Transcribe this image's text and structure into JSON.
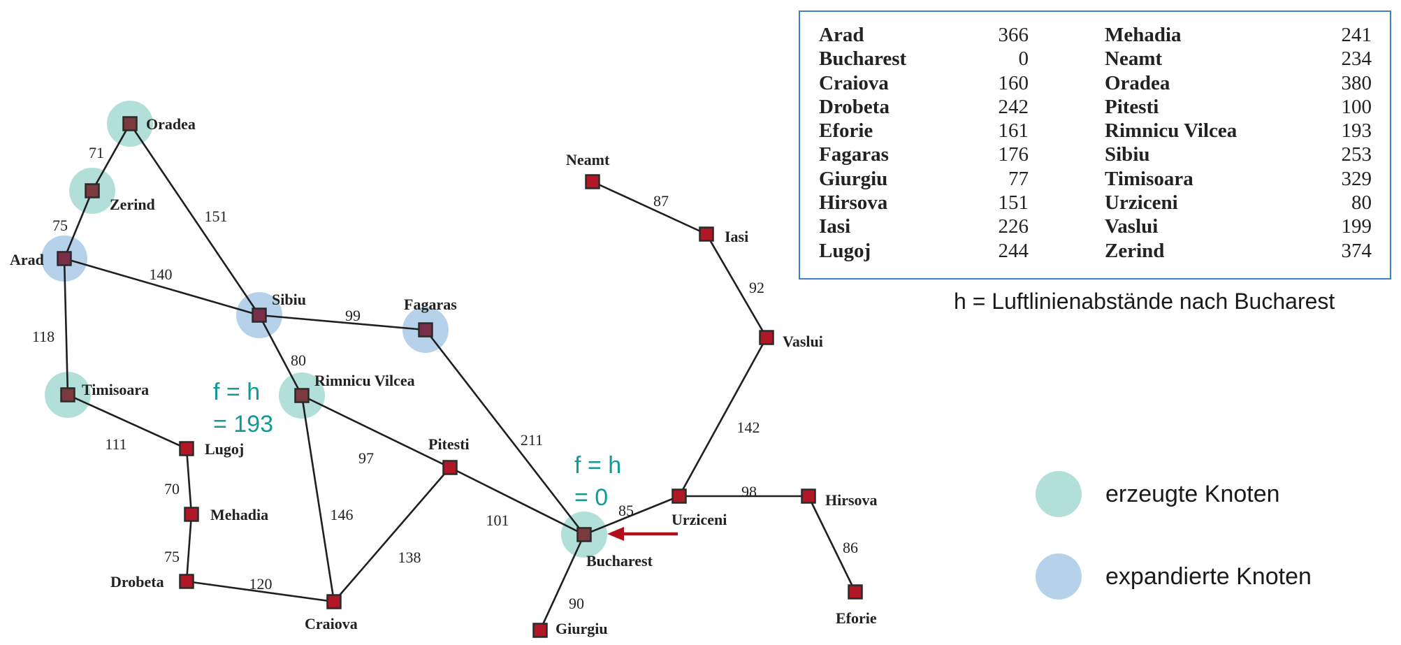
{
  "cities": [
    {
      "id": "oradea",
      "label": "Oradea",
      "state": "generated"
    },
    {
      "id": "zerind",
      "label": "Zerind",
      "state": "generated"
    },
    {
      "id": "arad",
      "label": "Arad",
      "state": "expanded"
    },
    {
      "id": "timisoara",
      "label": "Timisoara",
      "state": "generated"
    },
    {
      "id": "sibiu",
      "label": "Sibiu",
      "state": "expanded"
    },
    {
      "id": "fagaras",
      "label": "Fagaras",
      "state": "expanded"
    },
    {
      "id": "rimnicu_vilcea",
      "label": "Rimnicu Vilcea",
      "state": "generated"
    },
    {
      "id": "lugoj",
      "label": "Lugoj",
      "state": "none"
    },
    {
      "id": "mehadia",
      "label": "Mehadia",
      "state": "none"
    },
    {
      "id": "drobeta",
      "label": "Drobeta",
      "state": "none"
    },
    {
      "id": "craiova",
      "label": "Craiova",
      "state": "none"
    },
    {
      "id": "pitesti",
      "label": "Pitesti",
      "state": "none"
    },
    {
      "id": "bucharest",
      "label": "Bucharest",
      "state": "generated"
    },
    {
      "id": "giurgiu",
      "label": "Giurgiu",
      "state": "none"
    },
    {
      "id": "urziceni",
      "label": "Urziceni",
      "state": "none"
    },
    {
      "id": "hirsova",
      "label": "Hirsova",
      "state": "none"
    },
    {
      "id": "eforie",
      "label": "Eforie",
      "state": "none"
    },
    {
      "id": "vaslui",
      "label": "Vaslui",
      "state": "none"
    },
    {
      "id": "iasi",
      "label": "Iasi",
      "state": "none"
    },
    {
      "id": "neamt",
      "label": "Neamt",
      "state": "none"
    }
  ],
  "roads": [
    {
      "from": "oradea",
      "to": "zerind",
      "distance": "71"
    },
    {
      "from": "zerind",
      "to": "arad",
      "distance": "75"
    },
    {
      "from": "oradea",
      "to": "sibiu",
      "distance": "151"
    },
    {
      "from": "arad",
      "to": "sibiu",
      "distance": "140"
    },
    {
      "from": "arad",
      "to": "timisoara",
      "distance": "118"
    },
    {
      "from": "timisoara",
      "to": "lugoj",
      "distance": "111"
    },
    {
      "from": "lugoj",
      "to": "mehadia",
      "distance": "70"
    },
    {
      "from": "mehadia",
      "to": "drobeta",
      "distance": "75"
    },
    {
      "from": "drobeta",
      "to": "craiova",
      "distance": "120"
    },
    {
      "from": "sibiu",
      "to": "fagaras",
      "distance": "99"
    },
    {
      "from": "sibiu",
      "to": "rimnicu_vilcea",
      "distance": "80"
    },
    {
      "from": "rimnicu_vilcea",
      "to": "pitesti",
      "distance": "97"
    },
    {
      "from": "rimnicu_vilcea",
      "to": "craiova",
      "distance": "146"
    },
    {
      "from": "craiova",
      "to": "pitesti",
      "distance": "138"
    },
    {
      "from": "fagaras",
      "to": "bucharest",
      "distance": "211"
    },
    {
      "from": "pitesti",
      "to": "bucharest",
      "distance": "101"
    },
    {
      "from": "bucharest",
      "to": "giurgiu",
      "distance": "90"
    },
    {
      "from": "bucharest",
      "to": "urziceni",
      "distance": "85"
    },
    {
      "from": "urziceni",
      "to": "hirsova",
      "distance": "98"
    },
    {
      "from": "hirsova",
      "to": "eforie",
      "distance": "86"
    },
    {
      "from": "urziceni",
      "to": "vaslui",
      "distance": "142"
    },
    {
      "from": "vaslui",
      "to": "iasi",
      "distance": "92"
    },
    {
      "from": "iasi",
      "to": "neamt",
      "distance": "87"
    }
  ],
  "annotations": {
    "rimnicu_vilcea": [
      "f = h",
      "= 193"
    ],
    "bucharest": [
      "f = h",
      "= 0"
    ]
  },
  "heuristic_table": {
    "left": [
      {
        "city": "Arad",
        "h": "366"
      },
      {
        "city": "Bucharest",
        "h": "0"
      },
      {
        "city": "Craiova",
        "h": "160"
      },
      {
        "city": "Drobeta",
        "h": "242"
      },
      {
        "city": "Eforie",
        "h": "161"
      },
      {
        "city": "Fagaras",
        "h": "176"
      },
      {
        "city": "Giurgiu",
        "h": "77"
      },
      {
        "city": "Hirsova",
        "h": "151"
      },
      {
        "city": "Iasi",
        "h": "226"
      },
      {
        "city": "Lugoj",
        "h": "244"
      }
    ],
    "right": [
      {
        "city": "Mehadia",
        "h": "241"
      },
      {
        "city": "Neamt",
        "h": "234"
      },
      {
        "city": "Oradea",
        "h": "380"
      },
      {
        "city": "Pitesti",
        "h": "100"
      },
      {
        "city": "Rimnicu Vilcea",
        "h": "193"
      },
      {
        "city": "Sibiu",
        "h": "253"
      },
      {
        "city": "Timisoara",
        "h": "329"
      },
      {
        "city": "Urziceni",
        "h": "80"
      },
      {
        "city": "Vaslui",
        "h": "199"
      },
      {
        "city": "Zerind",
        "h": "374"
      }
    ]
  },
  "caption": "h = Luftlinienabstände nach Bucharest",
  "legend": {
    "generated_label": "erzeugte Knoten",
    "expanded_label": "expandierte Knoten"
  },
  "colors": {
    "generated": "#b2e0d8",
    "expanded": "#b6d2ea",
    "node": "#b01825",
    "edge": "#1f1f1f",
    "annotation": "#139a96",
    "pointer": "#b0101a",
    "table_border": "#3f7fc5"
  }
}
